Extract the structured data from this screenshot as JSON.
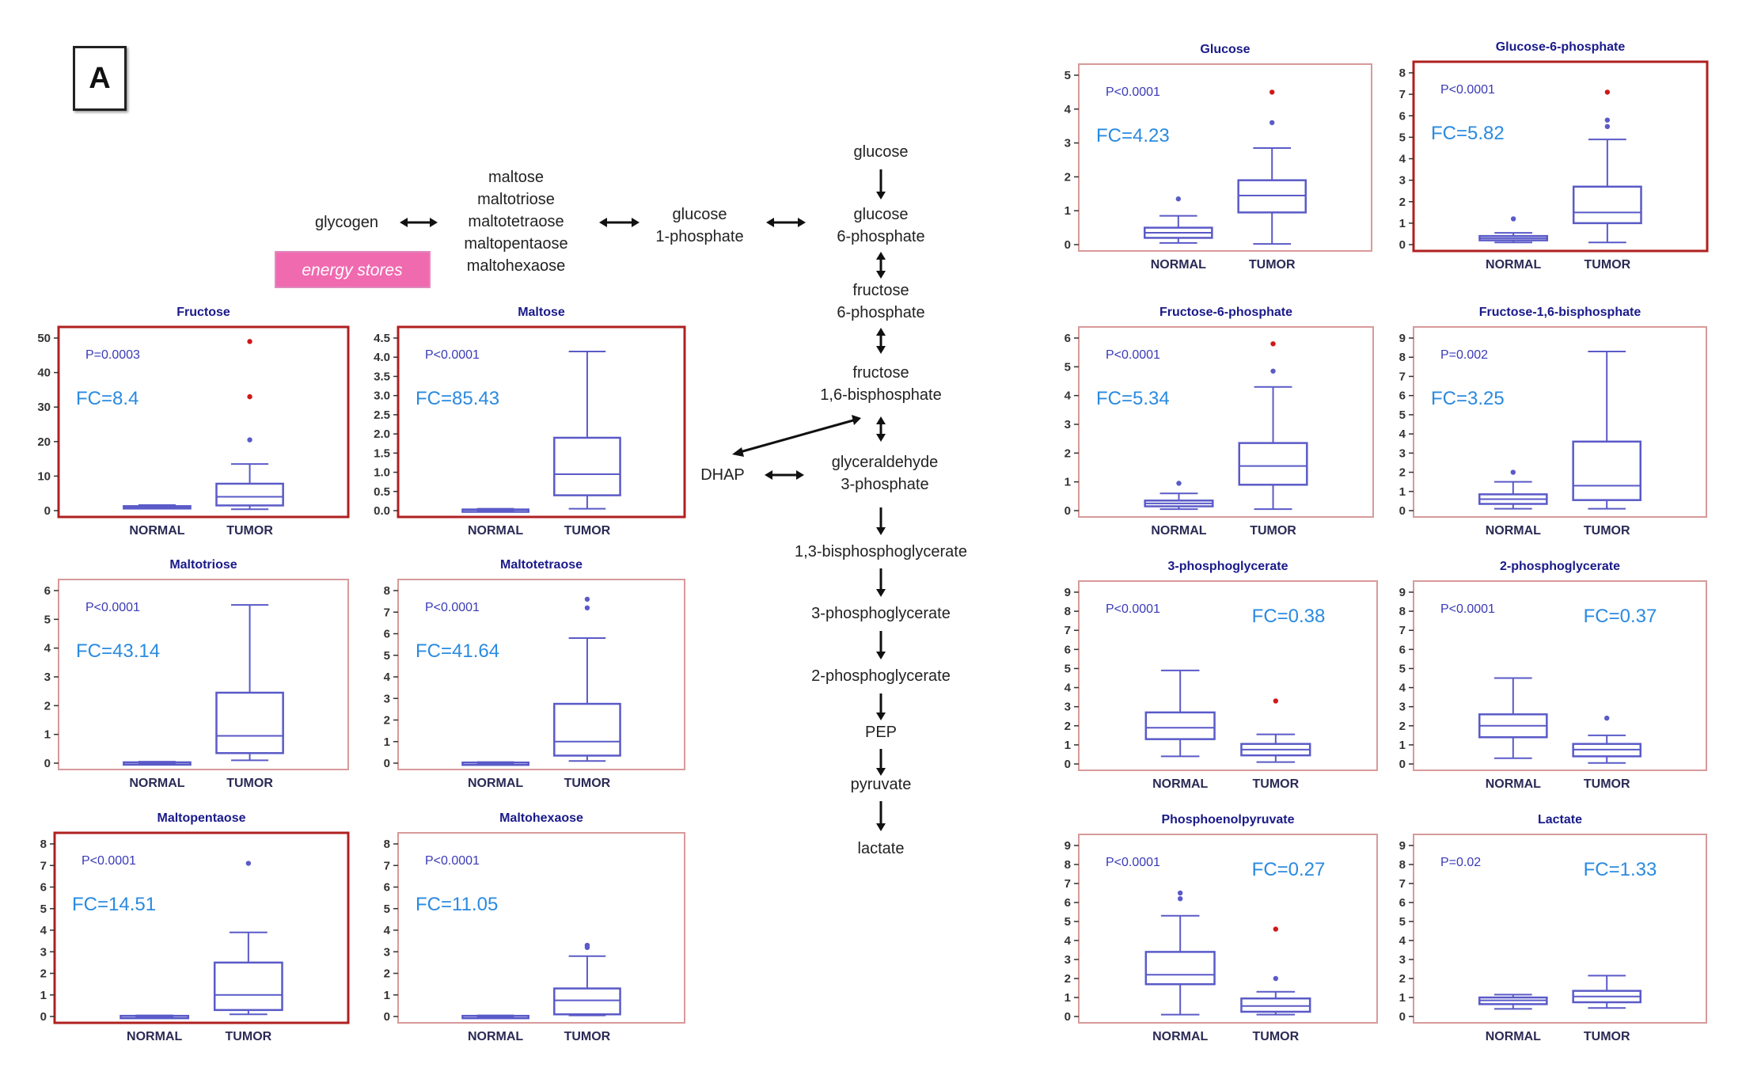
{
  "panel_label": "A",
  "pathway": {
    "nodes": {
      "glycogen": "glycogen",
      "maltooligos": [
        "maltose",
        "maltotriose",
        "maltotetraose",
        "maltopentaose",
        "maltohexaose"
      ],
      "g1p": [
        "glucose",
        "1-phosphate"
      ],
      "glucose": "glucose",
      "g6p": [
        "glucose",
        "6-phosphate"
      ],
      "f6p": [
        "fructose",
        "6-phosphate"
      ],
      "f16bp": [
        "fructose",
        "1,6-bisphosphate"
      ],
      "dhap": "DHAP",
      "g3p": [
        "glyceraldehyde",
        "3-phosphate"
      ],
      "bpg": "1,3-bisphosphoglycerate",
      "pg3": "3-phosphoglycerate",
      "pg2": "2-phosphoglycerate",
      "pep": "PEP",
      "pyruvate": "pyruvate",
      "lactate": "lactate"
    },
    "energy_label": "energy stores",
    "energy_color": "#f06ab0"
  },
  "colors": {
    "box": "#5a5ac8",
    "frame": "#d89a9a",
    "frame_strong": "#b02020",
    "fc_text": "#2a8ae0",
    "p_text": "#3a3ab8",
    "outlier_red": "#d01818"
  },
  "chart_data": [
    {
      "type": "box",
      "title": "Fructose",
      "p": "P=0.0003",
      "fc": "FC=8.4",
      "categories": [
        "NORMAL",
        "TUMOR"
      ],
      "yticks": [
        "0",
        "10",
        "20",
        "30",
        "40",
        "50"
      ],
      "ylim": [
        0,
        50
      ],
      "highlight": true,
      "fc_pos": "left",
      "series": [
        {
          "min": 0.6,
          "q1": 0.8,
          "median": 1.0,
          "q3": 1.3,
          "max": 1.6,
          "outliers": []
        },
        {
          "min": 0.4,
          "q1": 1.5,
          "median": 4.0,
          "q3": 7.8,
          "max": 13.5,
          "outliers": [
            20.5,
            33,
            49
          ]
        }
      ]
    },
    {
      "type": "box",
      "title": "Maltose",
      "p": "P<0.0001",
      "fc": "FC=85.43",
      "categories": [
        "NORMAL",
        "TUMOR"
      ],
      "yticks": [
        "0.0",
        "0.5",
        "1.0",
        "1.5",
        "2.0",
        "2.5",
        "3.0",
        "3.5",
        "4.0",
        "4.5"
      ],
      "ylim": [
        0,
        4.5
      ],
      "highlight": true,
      "fc_pos": "left",
      "series": [
        {
          "min": 0.01,
          "q1": 0.01,
          "median": 0.02,
          "q3": 0.03,
          "max": 0.05,
          "outliers": []
        },
        {
          "min": 0.05,
          "q1": 0.4,
          "median": 0.95,
          "q3": 1.9,
          "max": 4.15,
          "outliers": []
        }
      ]
    },
    {
      "type": "box",
      "title": "Maltotriose",
      "p": "P<0.0001",
      "fc": "FC=43.14",
      "categories": [
        "NORMAL",
        "TUMOR"
      ],
      "yticks": [
        "0",
        "1",
        "2",
        "3",
        "4",
        "5",
        "6"
      ],
      "ylim": [
        0,
        6
      ],
      "highlight": false,
      "fc_pos": "left",
      "series": [
        {
          "min": 0.0,
          "q1": 0.01,
          "median": 0.02,
          "q3": 0.03,
          "max": 0.05,
          "outliers": []
        },
        {
          "min": 0.1,
          "q1": 0.35,
          "median": 0.95,
          "q3": 2.45,
          "max": 5.5,
          "outliers": []
        }
      ]
    },
    {
      "type": "box",
      "title": "Maltotetraose",
      "p": "P<0.0001",
      "fc": "FC=41.64",
      "categories": [
        "NORMAL",
        "TUMOR"
      ],
      "yticks": [
        "0",
        "1",
        "2",
        "3",
        "4",
        "5",
        "6",
        "7",
        "8"
      ],
      "ylim": [
        0,
        8
      ],
      "highlight": false,
      "fc_pos": "left",
      "series": [
        {
          "min": 0.0,
          "q1": 0.01,
          "median": 0.02,
          "q3": 0.03,
          "max": 0.05,
          "outliers": []
        },
        {
          "min": 0.1,
          "q1": 0.35,
          "median": 1.0,
          "q3": 2.75,
          "max": 5.8,
          "outliers": [
            7.2,
            7.6
          ]
        }
      ]
    },
    {
      "type": "box",
      "title": "Maltopentaose",
      "p": "P<0.0001",
      "fc": "FC=14.51",
      "categories": [
        "NORMAL",
        "TUMOR"
      ],
      "yticks": [
        "0",
        "1",
        "2",
        "3",
        "4",
        "5",
        "6",
        "7",
        "8"
      ],
      "ylim": [
        0,
        8
      ],
      "highlight": true,
      "fc_pos": "left",
      "series": [
        {
          "min": 0.0,
          "q1": 0.01,
          "median": 0.02,
          "q3": 0.03,
          "max": 0.05,
          "outliers": []
        },
        {
          "min": 0.1,
          "q1": 0.3,
          "median": 1.0,
          "q3": 2.5,
          "max": 3.9,
          "outliers": [
            7.1
          ]
        }
      ]
    },
    {
      "type": "box",
      "title": "Maltohexaose",
      "p": "P<0.0001",
      "fc": "FC=11.05",
      "categories": [
        "NORMAL",
        "TUMOR"
      ],
      "yticks": [
        "0",
        "1",
        "2",
        "3",
        "4",
        "5",
        "6",
        "7",
        "8"
      ],
      "ylim": [
        0,
        8
      ],
      "highlight": false,
      "fc_pos": "left",
      "series": [
        {
          "min": 0.0,
          "q1": 0.01,
          "median": 0.02,
          "q3": 0.03,
          "max": 0.05,
          "outliers": []
        },
        {
          "min": 0.05,
          "q1": 0.1,
          "median": 0.75,
          "q3": 1.3,
          "max": 2.8,
          "outliers": [
            3.2,
            3.3
          ]
        }
      ]
    },
    {
      "type": "box",
      "title": "Glucose",
      "p": "P<0.0001",
      "fc": "FC=4.23",
      "categories": [
        "NORMAL",
        "TUMOR"
      ],
      "yticks": [
        "0",
        "1",
        "2",
        "3",
        "4",
        "5"
      ],
      "ylim": [
        0,
        5
      ],
      "highlight": false,
      "fc_pos": "left",
      "series": [
        {
          "min": 0.05,
          "q1": 0.2,
          "median": 0.35,
          "q3": 0.5,
          "max": 0.85,
          "outliers": [
            1.35
          ]
        },
        {
          "min": 0.02,
          "q1": 0.95,
          "median": 1.45,
          "q3": 1.9,
          "max": 2.85,
          "outliers": [
            3.6,
            4.5
          ]
        }
      ]
    },
    {
      "type": "box",
      "title": "Glucose-6-phosphate",
      "p": "P<0.0001",
      "fc": "FC=5.82",
      "categories": [
        "NORMAL",
        "TUMOR"
      ],
      "yticks": [
        "0",
        "1",
        "2",
        "3",
        "4",
        "5",
        "6",
        "7",
        "8"
      ],
      "ylim": [
        0,
        8
      ],
      "highlight": true,
      "fc_pos": "left",
      "series": [
        {
          "min": 0.1,
          "q1": 0.2,
          "median": 0.3,
          "q3": 0.4,
          "max": 0.55,
          "outliers": [
            1.2
          ]
        },
        {
          "min": 0.1,
          "q1": 1.0,
          "median": 1.5,
          "q3": 2.7,
          "max": 4.9,
          "outliers": [
            5.5,
            5.8,
            7.1
          ]
        }
      ]
    },
    {
      "type": "box",
      "title": "Fructose-6-phosphate",
      "p": "P<0.0001",
      "fc": "FC=5.34",
      "categories": [
        "NORMAL",
        "TUMOR"
      ],
      "yticks": [
        "0",
        "1",
        "2",
        "3",
        "4",
        "5",
        "6"
      ],
      "ylim": [
        0,
        6
      ],
      "highlight": false,
      "fc_pos": "left",
      "series": [
        {
          "min": 0.05,
          "q1": 0.15,
          "median": 0.25,
          "q3": 0.35,
          "max": 0.6,
          "outliers": [
            0.95
          ]
        },
        {
          "min": 0.05,
          "q1": 0.9,
          "median": 1.55,
          "q3": 2.35,
          "max": 4.3,
          "outliers": [
            4.85,
            5.8
          ]
        }
      ]
    },
    {
      "type": "box",
      "title": "Fructose-1,6-bisphosphate",
      "p": "P=0.002",
      "fc": "FC=3.25",
      "categories": [
        "NORMAL",
        "TUMOR"
      ],
      "yticks": [
        "0",
        "1",
        "2",
        "3",
        "4",
        "5",
        "6",
        "7",
        "8",
        "9"
      ],
      "ylim": [
        0,
        9
      ],
      "highlight": false,
      "fc_pos": "left",
      "series": [
        {
          "min": 0.1,
          "q1": 0.35,
          "median": 0.6,
          "q3": 0.85,
          "max": 1.5,
          "outliers": [
            2.0
          ]
        },
        {
          "min": 0.1,
          "q1": 0.55,
          "median": 1.3,
          "q3": 3.6,
          "max": 8.3,
          "outliers": []
        }
      ]
    },
    {
      "type": "box",
      "title": "3-phosphoglycerate",
      "p": "P<0.0001",
      "fc": "FC=0.38",
      "categories": [
        "NORMAL",
        "TUMOR"
      ],
      "yticks": [
        "0",
        "1",
        "2",
        "3",
        "4",
        "5",
        "6",
        "7",
        "8",
        "9"
      ],
      "ylim": [
        0,
        9
      ],
      "highlight": false,
      "fc_pos": "right",
      "series": [
        {
          "min": 0.4,
          "q1": 1.3,
          "median": 1.9,
          "q3": 2.7,
          "max": 4.9,
          "outliers": []
        },
        {
          "min": 0.1,
          "q1": 0.45,
          "median": 0.75,
          "q3": 1.05,
          "max": 1.55,
          "outliers": [
            3.3
          ]
        }
      ]
    },
    {
      "type": "box",
      "title": "2-phosphoglycerate",
      "p": "P<0.0001",
      "fc": "FC=0.37",
      "categories": [
        "NORMAL",
        "TUMOR"
      ],
      "yticks": [
        "0",
        "1",
        "2",
        "3",
        "4",
        "5",
        "6",
        "7",
        "8",
        "9"
      ],
      "ylim": [
        0,
        9
      ],
      "highlight": false,
      "fc_pos": "right",
      "series": [
        {
          "min": 0.3,
          "q1": 1.4,
          "median": 2.0,
          "q3": 2.6,
          "max": 4.5,
          "outliers": []
        },
        {
          "min": 0.05,
          "q1": 0.4,
          "median": 0.75,
          "q3": 1.05,
          "max": 1.5,
          "outliers": [
            2.4
          ]
        }
      ]
    },
    {
      "type": "box",
      "title": "Phosphoenolpyruvate",
      "p": "P<0.0001",
      "fc": "FC=0.27",
      "categories": [
        "NORMAL",
        "TUMOR"
      ],
      "yticks": [
        "0",
        "1",
        "2",
        "3",
        "4",
        "5",
        "6",
        "7",
        "8",
        "9"
      ],
      "ylim": [
        0,
        9
      ],
      "highlight": false,
      "fc_pos": "right",
      "series": [
        {
          "min": 0.1,
          "q1": 1.7,
          "median": 2.2,
          "q3": 3.4,
          "max": 5.3,
          "outliers": [
            6.2,
            6.5
          ]
        },
        {
          "min": 0.1,
          "q1": 0.25,
          "median": 0.55,
          "q3": 0.95,
          "max": 1.3,
          "outliers": [
            2.0,
            4.6
          ]
        }
      ]
    },
    {
      "type": "box",
      "title": "Lactate",
      "p": "P=0.02",
      "fc": "FC=1.33",
      "categories": [
        "NORMAL",
        "TUMOR"
      ],
      "yticks": [
        "0",
        "1",
        "2",
        "3",
        "4",
        "5",
        "6",
        "7",
        "8",
        "9"
      ],
      "ylim": [
        0,
        9
      ],
      "highlight": false,
      "fc_pos": "right",
      "series": [
        {
          "min": 0.4,
          "q1": 0.65,
          "median": 0.85,
          "q3": 1.0,
          "max": 1.15,
          "outliers": []
        },
        {
          "min": 0.45,
          "q1": 0.75,
          "median": 1.05,
          "q3": 1.35,
          "max": 2.15,
          "outliers": []
        }
      ]
    }
  ]
}
